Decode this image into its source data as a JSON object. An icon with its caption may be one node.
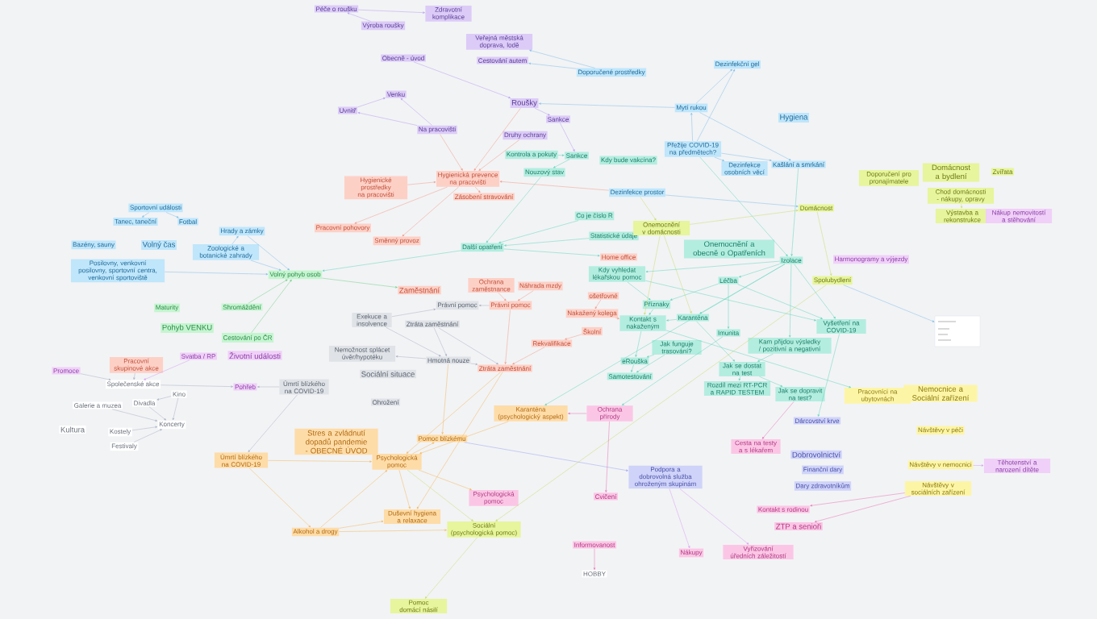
{
  "diagram": {
    "nodes": [
      {
        "text": [
          "Péče o roušku"
        ]
      },
      {
        "text": [
          "Zdravotní komplikace"
        ]
      },
      {
        "text": [
          "Výroba roušky"
        ]
      },
      {
        "text": [
          "Veřejná městská doprava, lodě"
        ]
      },
      {
        "text": [
          "Cestování autem"
        ]
      },
      {
        "text": [
          "Obecně - úvod"
        ]
      },
      {
        "text": [
          "Roušky"
        ]
      },
      {
        "text": [
          "Venku"
        ]
      },
      {
        "text": [
          "Uvnitř"
        ]
      },
      {
        "text": [
          "Na pracovišti"
        ]
      },
      {
        "text": [
          "Sankce"
        ]
      },
      {
        "text": [
          "Druhy ochrany"
        ]
      },
      {
        "text": [
          "Doporučené prostředky"
        ]
      },
      {
        "text": [
          "Dezinfekční gel"
        ]
      },
      {
        "text": [
          "Mytí rukou"
        ]
      },
      {
        "text": [
          "Hygiena"
        ]
      },
      {
        "text": [
          "Přežije COVID-19 na předmětech?"
        ]
      },
      {
        "text": [
          "Dezinfekce osobních věcí"
        ]
      },
      {
        "text": [
          "Kašlání a smrkání"
        ]
      },
      {
        "text": [
          "Dezinfekce prostor"
        ]
      },
      {
        "text": [
          "Kontrola a pokuty"
        ]
      },
      {
        "text": [
          "Sankce"
        ]
      },
      {
        "text": [
          "Nouzový stav"
        ]
      },
      {
        "text": [
          "Kdy bude vakcína?"
        ]
      },
      {
        "text": [
          "Co je číslo R"
        ]
      },
      {
        "text": [
          "Statistické údaje"
        ]
      },
      {
        "text": [
          "Další opatření"
        ]
      },
      {
        "text": [
          "Hygienická prevence na pracovišti"
        ]
      },
      {
        "text": [
          "Hygienické prostředky na pracovišti"
        ]
      },
      {
        "text": [
          "Zásobení stravování"
        ]
      },
      {
        "text": [
          "Pracovní pohovory"
        ]
      },
      {
        "text": [
          "Směnný provoz"
        ]
      },
      {
        "text": [
          "Home office"
        ]
      },
      {
        "text": [
          "Zaměstnání"
        ]
      },
      {
        "text": [
          "Ochrana zaměstnance"
        ]
      },
      {
        "text": [
          "Náhrada mzdy"
        ]
      },
      {
        "text": [
          "Právní pomoc"
        ]
      },
      {
        "text": [
          "ošetřovné"
        ]
      },
      {
        "text": [
          "Nakažený kolega"
        ]
      },
      {
        "text": [
          "Školní"
        ]
      },
      {
        "text": [
          "Rekvalifikace"
        ]
      },
      {
        "text": [
          "Ztráta zaměstnání"
        ]
      },
      {
        "text": [
          "Právní pomoc"
        ]
      },
      {
        "text": [
          "Exekuce a insolvence"
        ]
      },
      {
        "text": [
          "Ztráta zaměstnání"
        ]
      },
      {
        "text": [
          "Nemožnost splácet úvěr/hypotéku"
        ]
      },
      {
        "text": [
          "Hmotná nouze"
        ]
      },
      {
        "text": [
          "Sociální situace"
        ]
      },
      {
        "text": [
          "Ohrožení"
        ]
      },
      {
        "text": [
          "Úmrtí blízkého na COVID-19"
        ]
      },
      {
        "text": [
          "Sportovní události"
        ]
      },
      {
        "text": [
          "Tanec, taneční"
        ]
      },
      {
        "text": [
          "Fotbal"
        ]
      },
      {
        "text": [
          "Bazény, sauny"
        ]
      },
      {
        "text": [
          "Volný čas"
        ]
      },
      {
        "text": [
          "Hrady a zámky"
        ]
      },
      {
        "text": [
          "Zoologické a botanické zahrady"
        ]
      },
      {
        "text": [
          "Posilovny, venkovní posilovny, sportovní centra, venkovní sportoviště"
        ]
      },
      {
        "text": [
          "Volný pohyb osob"
        ]
      },
      {
        "text": [
          "Maturity"
        ]
      },
      {
        "text": [
          "Shromáždění"
        ]
      },
      {
        "text": [
          "Pohyb VENKU"
        ]
      },
      {
        "text": [
          "Cestování po ČR"
        ]
      },
      {
        "text": [
          "Životní události"
        ]
      },
      {
        "text": [
          "Svatba / RP"
        ]
      },
      {
        "text": [
          "Pracovní skupinové akce"
        ]
      },
      {
        "text": [
          "Promoce"
        ]
      },
      {
        "text": [
          "Společenské akce"
        ]
      },
      {
        "text": [
          "Pohřeb"
        ]
      },
      {
        "text": [
          "Kino"
        ]
      },
      {
        "text": [
          "Divadla"
        ]
      },
      {
        "text": [
          "Galerie a muzea"
        ]
      },
      {
        "text": [
          "Koncerty"
        ]
      },
      {
        "text": [
          "Kultura"
        ]
      },
      {
        "text": [
          "Kostely"
        ]
      },
      {
        "text": [
          "Festivaly"
        ]
      },
      {
        "text": [
          "Karanténa (psychologický aspekt)"
        ]
      },
      {
        "text": [
          "Stres a zvládnutí dopadů pandemie - OBECNÉ ÚVOD"
        ]
      },
      {
        "text": [
          "Pomoc blízkému"
        ]
      },
      {
        "text": [
          "Úmrtí blízkého na COVID-19"
        ]
      },
      {
        "text": [
          "Psychologická pomoc"
        ]
      },
      {
        "text": [
          "Psychologická pomoc"
        ]
      },
      {
        "text": [
          "Duševní hygiena a relaxace"
        ]
      },
      {
        "text": [
          "Alkohol a drogy"
        ]
      },
      {
        "text": [
          "Sociální (psychologická pomoc)"
        ]
      },
      {
        "text": [
          "Pomoc domácí násilí"
        ]
      },
      {
        "text": [
          "Onemocnění a obecně o Opatřeních"
        ]
      },
      {
        "text": [
          "Izolace"
        ]
      },
      {
        "text": [
          "Léčba"
        ]
      },
      {
        "text": [
          "Kdy vyhledat lékařskou pomoc"
        ]
      },
      {
        "text": [
          "Příznaky"
        ]
      },
      {
        "text": [
          "Karanténa"
        ]
      },
      {
        "text": [
          "Kontakt s nakaženým"
        ]
      },
      {
        "text": [
          "Imunita"
        ]
      },
      {
        "text": [
          "Jak funguje trasování?"
        ]
      },
      {
        "text": [
          "eRouška"
        ]
      },
      {
        "text": [
          "Samotestování"
        ]
      },
      {
        "text": [
          "Kam přijdou výsledky / pozitivní a negativní"
        ]
      },
      {
        "text": [
          "Jak se dostat na test"
        ]
      },
      {
        "text": [
          "Rozdíl mezi RT-PCR a RAPID TESTEM"
        ]
      },
      {
        "text": [
          "Jak se dopravit na test?"
        ]
      },
      {
        "text": [
          "Vyšetření na COVID-19"
        ]
      },
      {
        "text": [
          "Dárcovství krve"
        ]
      },
      {
        "text": [
          "Onemocnění v domácnosti"
        ]
      },
      {
        "text": [
          "Domácnost"
        ]
      },
      {
        "text": [
          "Spolubydlení"
        ]
      },
      {
        "text": [
          "Doporučení pro pronajímatele"
        ]
      },
      {
        "text": [
          "Domácnost a bydlení"
        ]
      },
      {
        "text": [
          "Zvířata"
        ]
      },
      {
        "text": [
          "Chod domácnosti - nákupy, opravy"
        ]
      },
      {
        "text": [
          "Výstavba a rekonstrukce"
        ]
      },
      {
        "text": [
          "Nákup nemovitostí a stěhování"
        ]
      },
      {
        "text": [
          "Harmonogramy a výjezdy"
        ]
      },
      {
        "text": [],
        "shape": "picture"
      },
      {
        "text": [
          "Pracovníci na ubytovnách"
        ]
      },
      {
        "text": [
          "Nemocnice a Sociální zařízení"
        ]
      },
      {
        "text": [
          "Návštěvy v péči"
        ]
      },
      {
        "text": [
          "Návštěvy v nemocnici"
        ]
      },
      {
        "text": [
          "Těhotenství a narození dítěte"
        ]
      },
      {
        "text": [
          "Návštěvy v sociálních zařízení"
        ]
      },
      {
        "text": [
          "Dobrovolnictví"
        ]
      },
      {
        "text": [
          "Finanční dary"
        ]
      },
      {
        "text": [
          "Dary zdravotníkům"
        ]
      },
      {
        "text": [
          "Podpora a dobrovolná služba ohroženým skupinám"
        ]
      },
      {
        "text": [
          "Ochrana přírody"
        ]
      },
      {
        "text": [
          "Cvičení"
        ]
      },
      {
        "text": [
          "Cesta na testy a s lékařem"
        ]
      },
      {
        "text": [
          "Kontakt s rodinou"
        ]
      },
      {
        "text": [
          "ZTP a senioři"
        ]
      },
      {
        "text": [
          "Nákupy"
        ]
      },
      {
        "text": [
          "Vyřizování úředních záležitostí"
        ]
      },
      {
        "text": [
          "Informovanost"
        ]
      },
      {
        "text": [
          "HOBBY"
        ]
      }
    ],
    "edges": [
      {
        "from": 0,
        "to": 1,
        "arrow": "to",
        "color": "#b79cf0"
      },
      {
        "from": 2,
        "to": 0,
        "arrow": "to",
        "color": "#b79cf0"
      },
      {
        "from": 5,
        "to": 6,
        "arrow": "to",
        "color": "#b79cf0"
      },
      {
        "from": 8,
        "to": 7,
        "arrow": "to",
        "color": "#b79cf0"
      },
      {
        "from": 9,
        "to": 7,
        "arrow": "to",
        "color": "#b79cf0"
      },
      {
        "from": 9,
        "to": 8,
        "arrow": "to",
        "color": "#b79cf0"
      },
      {
        "from": 9,
        "to": 27,
        "arrow": "to",
        "color": "#f29a88"
      },
      {
        "from": 6,
        "to": 10,
        "arrow": "to",
        "color": "#b79cf0"
      },
      {
        "from": 14,
        "to": 6,
        "arrow": "to",
        "color": "#7dbde6"
      },
      {
        "from": 12,
        "to": 3,
        "arrow": "to",
        "color": "#7dbde6"
      },
      {
        "from": 12,
        "to": 4,
        "arrow": "to",
        "color": "#7dbde6"
      },
      {
        "from": 14,
        "to": 13,
        "arrow": "to",
        "color": "#7dbde6"
      },
      {
        "from": 16,
        "to": 13,
        "arrow": "to",
        "color": "#7dbde6"
      },
      {
        "from": 16,
        "to": 14,
        "arrow": "to",
        "color": "#7dbde6"
      },
      {
        "from": 14,
        "to": 18,
        "arrow": "to",
        "color": "#7dbde6"
      },
      {
        "from": 16,
        "to": 17,
        "arrow": "to",
        "color": "#7dbde6"
      },
      {
        "from": 16,
        "to": 18,
        "arrow": "to",
        "color": "#7dbde6"
      },
      {
        "from": 16,
        "to": 87,
        "arrow": "to"
      },
      {
        "from": 18,
        "to": 87,
        "arrow": "to"
      },
      {
        "from": 19,
        "to": 104,
        "arrow": "to",
        "color": "#7dbde6"
      },
      {
        "from": 19,
        "to": 27,
        "arrow": "to",
        "color": "#f29a88"
      },
      {
        "from": 19,
        "to": 103,
        "arrow": "to",
        "color": "#c8dc6a"
      },
      {
        "from": 103,
        "to": 104,
        "arrow": "to",
        "color": "#c8dc6a"
      },
      {
        "from": 104,
        "to": 105,
        "arrow": "to",
        "color": "#c8dc6a"
      },
      {
        "from": 105,
        "to": 113,
        "arrow": "to",
        "color": "#7dbde6"
      },
      {
        "from": 103,
        "to": 91,
        "arrow": "to",
        "color": "#c8dc6a"
      },
      {
        "from": 103,
        "to": 92,
        "arrow": "to",
        "color": "#c8dc6a"
      },
      {
        "from": 105,
        "to": 84,
        "arrow": "to",
        "color": "#c8dc6a"
      },
      {
        "from": 10,
        "to": 21,
        "arrow": "to",
        "color": "#b79cf0"
      },
      {
        "from": 20,
        "to": 21,
        "arrow": "to"
      },
      {
        "from": 21,
        "to": 22,
        "arrow": "to"
      },
      {
        "from": 22,
        "to": 26,
        "arrow": "to"
      },
      {
        "from": 24,
        "to": 26,
        "arrow": "to"
      },
      {
        "from": 25,
        "to": 26,
        "arrow": "to"
      },
      {
        "from": 26,
        "to": 32,
        "arrow": "to"
      },
      {
        "from": 26,
        "to": 58,
        "arrow": "to"
      },
      {
        "from": 6,
        "to": 27,
        "arrow": "to",
        "color": "#f29a88"
      },
      {
        "from": 11,
        "to": 27,
        "arrow": "to",
        "color": "#f29a88"
      },
      {
        "from": 28,
        "to": 27,
        "arrow": "to",
        "color": "#f29a88"
      },
      {
        "from": 27,
        "to": 29,
        "arrow": "to",
        "color": "#f29a88"
      },
      {
        "from": 27,
        "to": 30,
        "arrow": "to",
        "color": "#f29a88"
      },
      {
        "from": 27,
        "to": 31,
        "arrow": "to",
        "color": "#f29a88"
      },
      {
        "from": 58,
        "to": 33,
        "arrow": "to",
        "color": "#6fce88"
      },
      {
        "from": 34,
        "to": 36,
        "arrow": "to",
        "color": "#f29a88"
      },
      {
        "from": 35,
        "to": 36,
        "arrow": "to",
        "color": "#f29a88"
      },
      {
        "from": 36,
        "to": 42,
        "arrow": "to",
        "color": "#a9b0c2"
      },
      {
        "from": 36,
        "to": 41,
        "arrow": "to",
        "color": "#f29a88"
      },
      {
        "from": 37,
        "to": 38,
        "arrow": "to",
        "color": "#f29a88"
      },
      {
        "from": 38,
        "to": 92,
        "arrow": "to",
        "color": "#f29a88"
      },
      {
        "from": 39,
        "to": 40,
        "arrow": "to",
        "color": "#f29a88"
      },
      {
        "from": 40,
        "to": 41,
        "arrow": "to",
        "color": "#f29a88"
      },
      {
        "from": 41,
        "to": 80,
        "arrow": "to",
        "color": "#f3b75c"
      },
      {
        "from": 41,
        "to": 82,
        "arrow": "to",
        "color": "#f3b75c"
      },
      {
        "from": 43,
        "to": 42,
        "arrow": "to",
        "color": "#a9b0c2"
      },
      {
        "from": 43,
        "to": 46,
        "arrow": "to",
        "color": "#a9b0c2"
      },
      {
        "from": 44,
        "to": 46,
        "arrow": "to",
        "color": "#a9b0c2"
      },
      {
        "from": 44,
        "to": 41,
        "arrow": "to",
        "color": "#a9b0c2"
      },
      {
        "from": 46,
        "to": 45,
        "arrow": "to",
        "color": "#a9b0c2"
      },
      {
        "from": 46,
        "to": 41,
        "arrow": "to",
        "color": "#a9b0c2"
      },
      {
        "from": 46,
        "to": 78,
        "arrow": "to",
        "color": "#f3b75c"
      },
      {
        "from": 49,
        "to": 68,
        "arrow": "to",
        "color": "#a9b0c2"
      },
      {
        "from": 49,
        "to": 79,
        "arrow": "to",
        "color": "#a9b0c2"
      },
      {
        "from": 55,
        "to": 58,
        "arrow": "to",
        "color": "#7dbde6"
      },
      {
        "from": 56,
        "to": 58,
        "arrow": "to",
        "color": "#7dbde6"
      },
      {
        "from": 57,
        "to": 58,
        "arrow": "to",
        "color": "#7dbde6"
      },
      {
        "from": 56,
        "to": 55,
        "arrow": "to",
        "color": "#7dbde6"
      },
      {
        "from": 60,
        "to": 58,
        "arrow": "to",
        "color": "#6fce88"
      },
      {
        "from": 62,
        "to": 58,
        "arrow": "to",
        "color": "#6fce88"
      },
      {
        "from": 50,
        "to": 51,
        "arrow": "to",
        "color": "#7dbde6"
      },
      {
        "from": 50,
        "to": 52,
        "arrow": "to",
        "color": "#7dbde6"
      },
      {
        "from": 64,
        "to": 67,
        "arrow": "to",
        "color": "#d59cf0"
      },
      {
        "from": 65,
        "to": 67,
        "arrow": "to",
        "color": "#a9b0c2"
      },
      {
        "from": 66,
        "to": 67,
        "arrow": "to",
        "color": "#a9b0c2"
      },
      {
        "from": 67,
        "to": 68,
        "arrow": "to",
        "color": "#a9b0c2"
      },
      {
        "from": 69,
        "to": 72,
        "arrow": "to",
        "color": "#a9b0c2"
      },
      {
        "from": 70,
        "to": 72,
        "arrow": "to",
        "color": "#a9b0c2"
      },
      {
        "from": 71,
        "to": 72,
        "arrow": "to",
        "color": "#a9b0c2"
      },
      {
        "from": 74,
        "to": 72,
        "arrow": "to",
        "color": "#a9b0c2"
      },
      {
        "from": 75,
        "to": 72,
        "arrow": "to",
        "color": "#a9b0c2"
      },
      {
        "from": 69,
        "to": 70,
        "arrow": "to",
        "color": "#a9b0c2"
      },
      {
        "from": 79,
        "to": 80,
        "arrow": "to",
        "color": "#f3b75c"
      },
      {
        "from": 79,
        "to": 83,
        "arrow": "to",
        "color": "#f3b75c"
      },
      {
        "from": 83,
        "to": 80,
        "arrow": "to",
        "color": "#f3b75c"
      },
      {
        "from": 83,
        "to": 82,
        "arrow": "to",
        "color": "#f3b75c"
      },
      {
        "from": 83,
        "to": 84,
        "arrow": "to",
        "color": "#f3b75c"
      },
      {
        "from": 80,
        "to": 78,
        "arrow": "to",
        "color": "#f3b75c"
      },
      {
        "from": 78,
        "to": 123,
        "arrow": "to",
        "color": "#9aa2f0"
      },
      {
        "from": 80,
        "to": 81,
        "arrow": "to",
        "color": "#f3b75c"
      },
      {
        "from": 80,
        "to": 82,
        "arrow": "to",
        "color": "#f3b75c"
      },
      {
        "from": 80,
        "to": 84,
        "arrow": "to",
        "color": "#c8dc6a"
      },
      {
        "from": 84,
        "to": 85,
        "arrow": "to",
        "color": "#c8dc6a"
      },
      {
        "from": 76,
        "to": 80,
        "arrow": "to",
        "color": "#f3b75c"
      },
      {
        "from": 124,
        "to": 76,
        "arrow": "to",
        "color": "#e86fb5"
      },
      {
        "from": 124,
        "to": 125,
        "arrow": "to",
        "color": "#e86fb5"
      },
      {
        "from": 87,
        "to": 76,
        "arrow": "to"
      },
      {
        "from": 93,
        "to": 124,
        "arrow": "to"
      },
      {
        "from": 87,
        "to": 88,
        "arrow": "to"
      },
      {
        "from": 87,
        "to": 89,
        "arrow": "to"
      },
      {
        "from": 87,
        "to": 91,
        "arrow": "to"
      },
      {
        "from": 87,
        "to": 101,
        "arrow": "to"
      },
      {
        "from": 87,
        "to": 97,
        "arrow": "to"
      },
      {
        "from": 88,
        "to": 101,
        "arrow": "to"
      },
      {
        "from": 88,
        "to": 90,
        "arrow": "to"
      },
      {
        "from": 88,
        "to": 93,
        "arrow": "to"
      },
      {
        "from": 89,
        "to": 101,
        "arrow": "to"
      },
      {
        "from": 89,
        "to": 90,
        "arrow": "to"
      },
      {
        "from": 90,
        "to": 92,
        "arrow": "to"
      },
      {
        "from": 91,
        "to": 92,
        "arrow": "to"
      },
      {
        "from": 91,
        "to": 98,
        "arrow": "to"
      },
      {
        "from": 92,
        "to": 95,
        "arrow": "to"
      },
      {
        "from": 92,
        "to": 114,
        "arrow": "to"
      },
      {
        "from": 94,
        "to": 95,
        "arrow": "to"
      },
      {
        "from": 94,
        "to": 96,
        "arrow": "to"
      },
      {
        "from": 95,
        "to": 96,
        "arrow": "to"
      },
      {
        "from": 97,
        "to": 98,
        "arrow": "to"
      },
      {
        "from": 98,
        "to": 99,
        "arrow": "to"
      },
      {
        "from": 98,
        "to": 100,
        "arrow": "to"
      },
      {
        "from": 100,
        "to": 126,
        "arrow": "to",
        "color": "#e86fb5"
      },
      {
        "from": 101,
        "to": 102,
        "arrow": "to"
      },
      {
        "from": 109,
        "to": 110,
        "arrow": "to",
        "color": "#c8dc6a"
      },
      {
        "from": 117,
        "to": 118,
        "arrow": "to",
        "color": "#d59cf0"
      },
      {
        "from": 119,
        "to": 127,
        "arrow": "to",
        "color": "#e86fb5"
      },
      {
        "from": 119,
        "to": 128,
        "arrow": "to",
        "color": "#e86fb5"
      },
      {
        "from": 123,
        "to": 129,
        "arrow": "to",
        "color": "#d59cf0"
      },
      {
        "from": 123,
        "to": 130,
        "arrow": "to",
        "color": "#d59cf0"
      },
      {
        "from": 131,
        "to": 132,
        "arrow": "to",
        "color": "#e86fb5"
      }
    ]
  }
}
